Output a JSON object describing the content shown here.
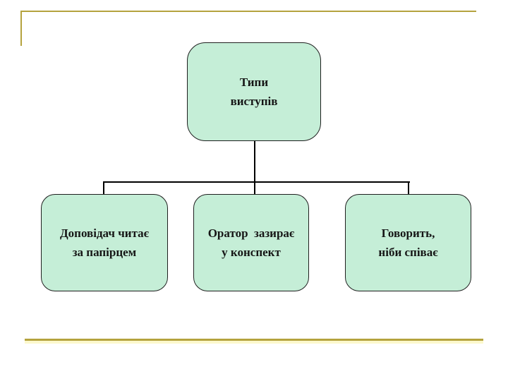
{
  "slide": {
    "background_color": "#ffffff",
    "decor": {
      "gold_rule_color": "#b5a33e",
      "pale_rule_color": "#fcf8cd",
      "connector_color": "#000000"
    },
    "diagram": {
      "box_fill_color": "#c5eed7",
      "box_border_color": "#1f1f1f",
      "text_color": "#161616",
      "root": {
        "label": "Типи\nвиступів"
      },
      "children": [
        {
          "label": "Доповідач читає\nза папірцем"
        },
        {
          "label": "Оратор  зазирає\nу конспект"
        },
        {
          "label": "Говорить,\nніби співає"
        }
      ]
    }
  }
}
